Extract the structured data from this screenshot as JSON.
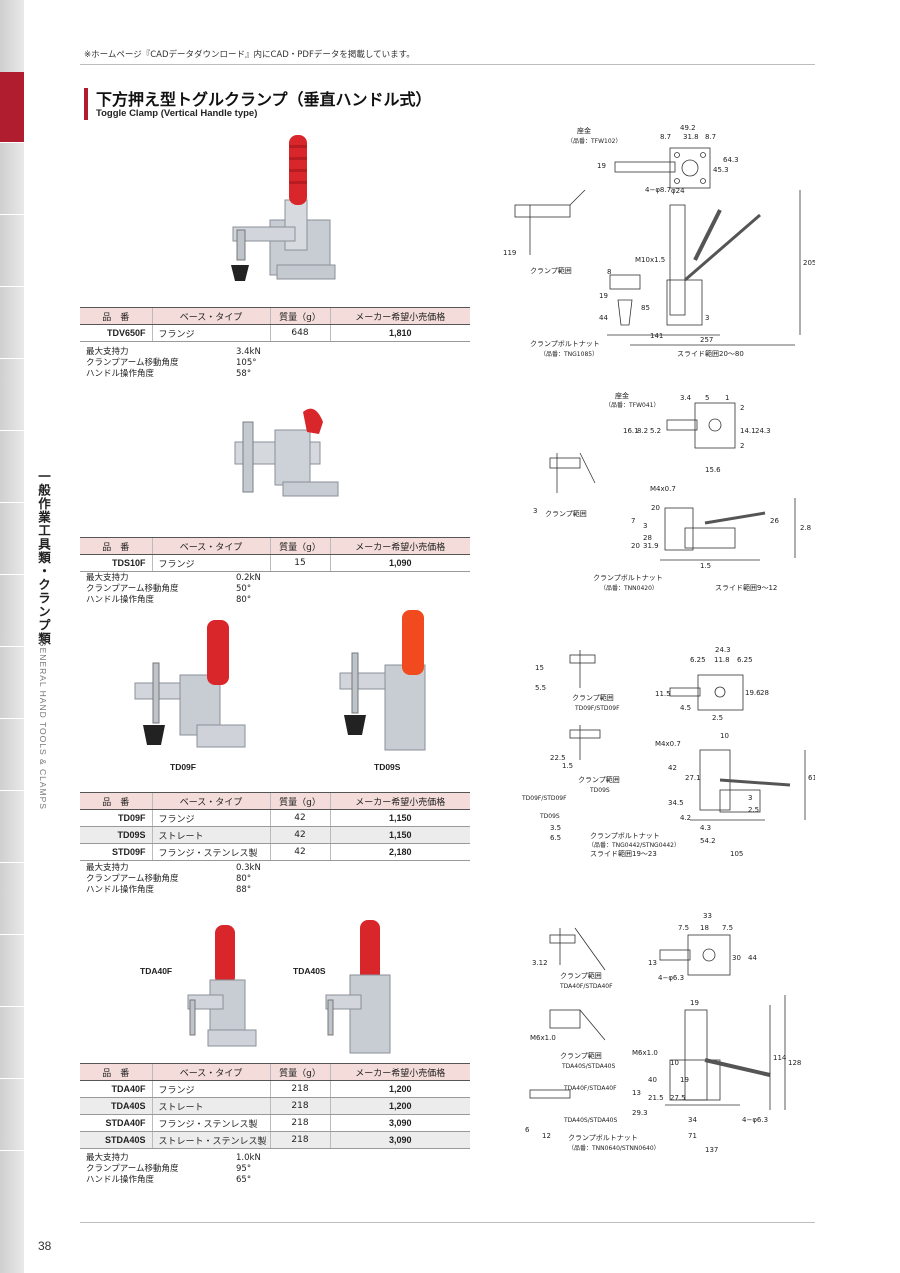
{
  "header": {
    "note": "※ホームページ『CADデータダウンロード』内にCAD・PDFデータを掲載しています。",
    "title_ja": "下方押え型トグルクランプ（垂直ハンドル式）",
    "title_en": "Toggle Clamp (Vertical Handle type)"
  },
  "sidebar": {
    "category_ja": "一般作業工具類・クランプ類",
    "category_en": "GENERAL HAND TOOLS & CLAMPS"
  },
  "page_number": "38",
  "table_headers": {
    "part_no": "品　番",
    "base_type": "ベース・タイプ",
    "weight": "質量（g）",
    "price": "メーカー希望小売価格"
  },
  "spec_labels": {
    "max_force": "最大支持力",
    "arm_angle": "クランプアーム移動角度",
    "handle_angle": "ハンドル操作角度"
  },
  "products": [
    {
      "rows": [
        {
          "part_no": "TDV650F",
          "base_type": "フランジ",
          "weight": "648",
          "price": "1,810"
        }
      ],
      "specs": {
        "max_force": "3.4kN",
        "arm_angle": "105°",
        "handle_angle": "58°"
      }
    },
    {
      "rows": [
        {
          "part_no": "TDS10F",
          "base_type": "フランジ",
          "weight": "15",
          "price": "1,090"
        }
      ],
      "specs": {
        "max_force": "0.2kN",
        "arm_angle": "50°",
        "handle_angle": "80°"
      }
    },
    {
      "photo_labels": [
        "TD09F",
        "TD09S"
      ],
      "rows": [
        {
          "part_no": "TD09F",
          "base_type": "フランジ",
          "weight": "42",
          "price": "1,150"
        },
        {
          "part_no": "TD09S",
          "base_type": "ストレート",
          "weight": "42",
          "price": "1,150"
        },
        {
          "part_no": "STD09F",
          "base_type": "フランジ・ステンレス製",
          "weight": "42",
          "price": "2,180"
        }
      ],
      "specs": {
        "max_force": "0.3kN",
        "arm_angle": "80°",
        "handle_angle": "88°"
      }
    },
    {
      "photo_labels": [
        "TDA40F",
        "TDA40S"
      ],
      "rows": [
        {
          "part_no": "TDA40F",
          "base_type": "フランジ",
          "weight": "218",
          "price": "1,200"
        },
        {
          "part_no": "TDA40S",
          "base_type": "ストレート",
          "weight": "218",
          "price": "1,200"
        },
        {
          "part_no": "STDA40F",
          "base_type": "フランジ・ステンレス製",
          "weight": "218",
          "price": "3,090"
        },
        {
          "part_no": "STDA40S",
          "base_type": "ストレート・ステンレス製",
          "weight": "218",
          "price": "3,090"
        }
      ],
      "specs": {
        "max_force": "1.0kN",
        "arm_angle": "95°",
        "handle_angle": "65°"
      }
    }
  ],
  "drawings": {
    "d1": {
      "seat": "座金",
      "seat_part": "（品番：TFW102）",
      "clamp_range": "クランプ範囲",
      "bolt_nut": "クランプボルトナット",
      "bolt_nut_part": "（品番：TNG1085）",
      "slide_range": "スライド範囲20〜80",
      "dims": [
        "49.2",
        "8.7",
        "31.8",
        "8.7",
        "19",
        "45.3",
        "64.3",
        "4−φ8.7",
        "φ24",
        "M10x1.5",
        "119",
        "8",
        "19",
        "85",
        "44",
        "205",
        "141",
        "257",
        "3"
      ]
    },
    "d2": {
      "seat": "座金",
      "seat_part": "（品番：TFW041）",
      "clamp_range": "クランプ範囲",
      "bolt_nut": "クランプボルトナット",
      "bolt_nut_part": "（品番：TNN0420）",
      "slide_range": "スライド範囲9〜12",
      "dims": [
        "3.4",
        "5",
        "1",
        "2",
        "16.1",
        "8.2",
        "5.2",
        "14.1",
        "24.3",
        "2",
        "15.6",
        "M4x0.7",
        "3",
        "20",
        "7",
        "3",
        "28",
        "26",
        "2.8",
        "20",
        "31.9",
        "1.5"
      ]
    },
    "d3": {
      "clamp_range": "クランプ範囲",
      "v1": "TD09F/STD09F",
      "v2": "TD09S",
      "bolt_nut": "クランプボルトナット",
      "bolt_nut_part": "（品番：TNG0442/STNG0442）",
      "slide_range": "スライド範囲19〜23",
      "dims": [
        "5.5",
        "15",
        "24.3",
        "6.25",
        "11.8",
        "6.25",
        "11.5",
        "19.6",
        "28",
        "4.5",
        "2.5",
        "22.5",
        "1.5",
        "10",
        "M4x0.7",
        "42",
        "27.1",
        "34.5",
        "61",
        "4.2",
        "3",
        "2.5",
        "4.3",
        "3.5",
        "6.5",
        "54.2",
        "105"
      ]
    },
    "d4": {
      "clamp_range": "クランプ範囲",
      "v1": "TDA40F/STDA40F",
      "v2": "TDA40S/STDA40S",
      "bolt_nut": "クランプボルトナット",
      "bolt_nut_part": "（品番：TNN0640/STNN0640）",
      "dims": [
        "33",
        "7.5",
        "18",
        "7.5",
        "13",
        "30",
        "44",
        "3.12",
        "4−φ6.3",
        "19",
        "M6x1.0",
        "10",
        "19",
        "40",
        "21.5",
        "29.3",
        "27.5",
        "13",
        "114",
        "128",
        "34",
        "71",
        "137",
        "6",
        "12",
        "4−φ6.3"
      ]
    }
  }
}
